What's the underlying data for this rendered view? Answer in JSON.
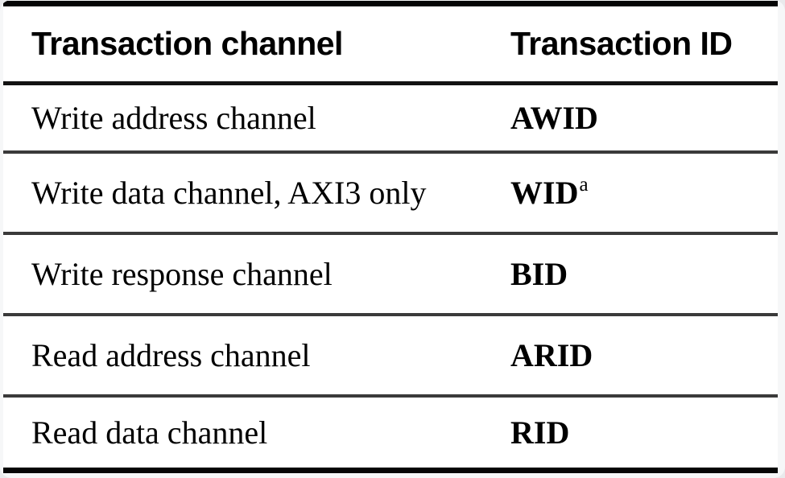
{
  "table": {
    "header": {
      "channel_label": "Transaction channel",
      "id_label": "Transaction ID"
    },
    "rows": [
      {
        "channel": "Write address channel",
        "id": "AWID",
        "footnote": ""
      },
      {
        "channel": "Write data channel, AXI3 only",
        "id": "WID",
        "footnote": "a"
      },
      {
        "channel": "Write response channel",
        "id": "BID",
        "footnote": ""
      },
      {
        "channel": "Read address channel",
        "id": "ARID",
        "footnote": ""
      },
      {
        "channel": "Read data channel",
        "id": "RID",
        "footnote": ""
      }
    ],
    "colors": {
      "text": "#000000",
      "table_background": "#ffffff",
      "card_background": "#f6f7f8",
      "heavy_rule": "#050505",
      "header_rule": "#121212",
      "row_rule": "#3a3a3a"
    }
  }
}
